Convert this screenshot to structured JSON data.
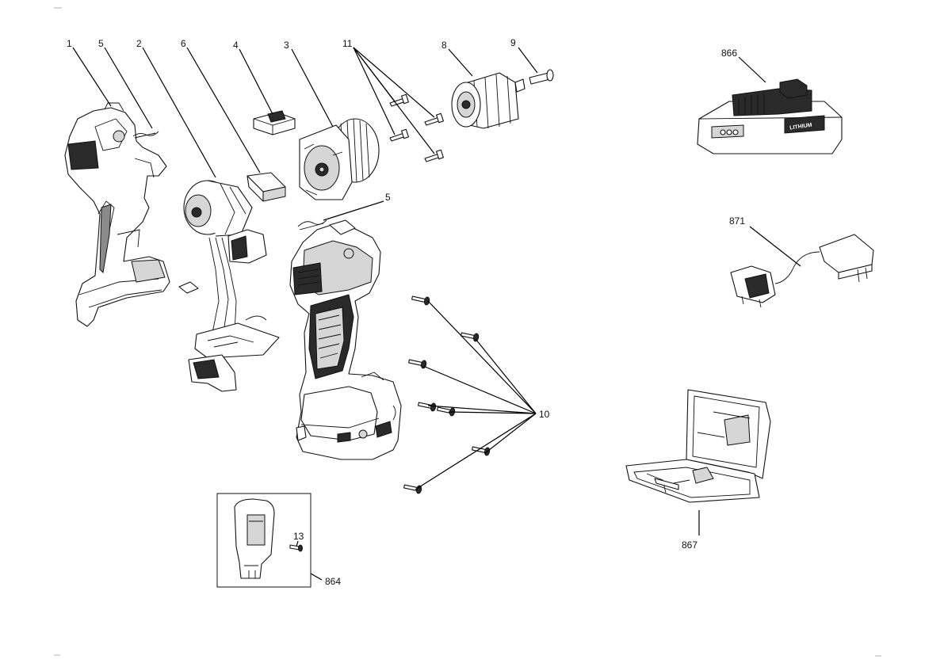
{
  "diagram": {
    "labels": {
      "p1": "1",
      "p5a": "5",
      "p2": "2",
      "p6": "6",
      "p4": "4",
      "p3": "3",
      "p11": "11",
      "p8": "8",
      "p9": "9",
      "p5b": "5",
      "p10": "10",
      "p13": "13",
      "p864": "864",
      "p866": "866",
      "p871": "871",
      "p867": "867"
    },
    "battery_marking": "LITHIUM"
  }
}
